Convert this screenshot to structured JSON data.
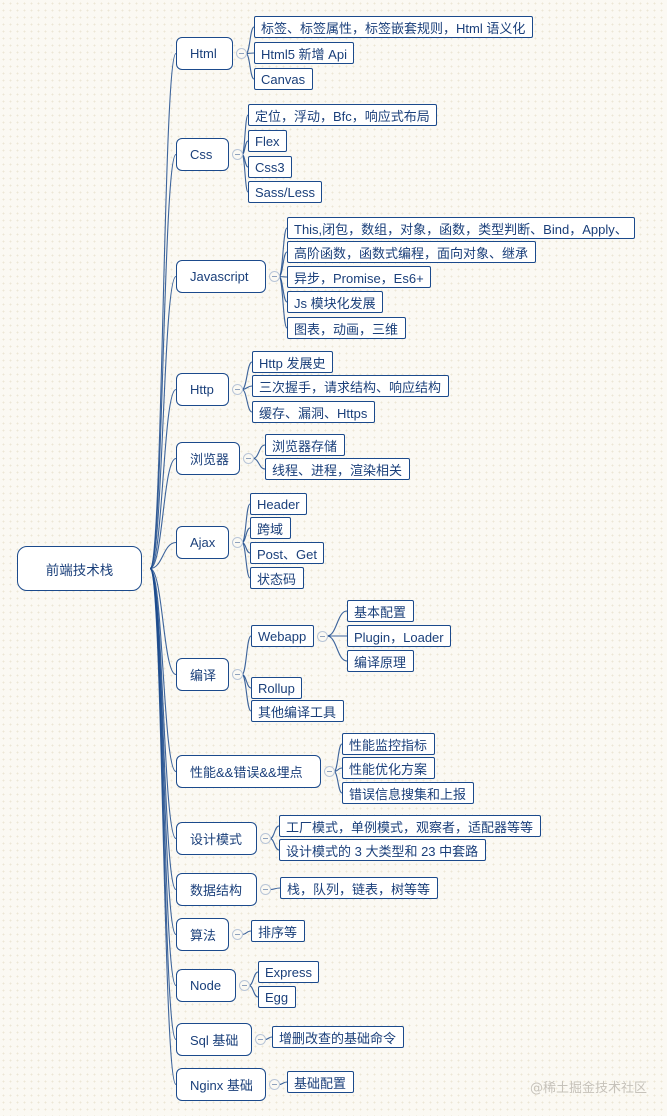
{
  "root": "前端技术栈",
  "branches": [
    {
      "label": "Html",
      "children": [
        {
          "label": "标签、标签属性，标签嵌套规则，Html 语义化"
        },
        {
          "label": "Html5 新增 Api"
        },
        {
          "label": "Canvas"
        }
      ]
    },
    {
      "label": "Css",
      "children": [
        {
          "label": "定位，浮动，Bfc，响应式布局"
        },
        {
          "label": "Flex"
        },
        {
          "label": "Css3"
        },
        {
          "label": "Sass/Less"
        }
      ]
    },
    {
      "label": "Javascript",
      "children": [
        {
          "label": "This,闭包，数组，对象，函数，类型判断、Bind，Apply、"
        },
        {
          "label": "高阶函数，函数式编程，面向对象、继承"
        },
        {
          "label": "异步，Promise，Es6+"
        },
        {
          "label": "Js 模块化发展"
        },
        {
          "label": "图表，动画，三维"
        }
      ]
    },
    {
      "label": "Http",
      "children": [
        {
          "label": "Http 发展史"
        },
        {
          "label": "三次握手，请求结构、响应结构"
        },
        {
          "label": "缓存、漏洞、Https"
        }
      ]
    },
    {
      "label": "浏览器",
      "children": [
        {
          "label": "浏览器存储"
        },
        {
          "label": "线程、进程，渲染相关"
        }
      ]
    },
    {
      "label": "Ajax",
      "children": [
        {
          "label": "Header"
        },
        {
          "label": "跨域"
        },
        {
          "label": "Post、Get"
        },
        {
          "label": "状态码"
        }
      ]
    },
    {
      "label": "编译",
      "children": [
        {
          "label": "Webapp",
          "children": [
            {
              "label": "基本配置"
            },
            {
              "label": "Plugin，Loader"
            },
            {
              "label": "编译原理"
            }
          ]
        },
        {
          "label": "Rollup"
        },
        {
          "label": "其他编译工具"
        }
      ]
    },
    {
      "label": "性能&&错误&&埋点",
      "children": [
        {
          "label": "性能监控指标"
        },
        {
          "label": "性能优化方案"
        },
        {
          "label": "错误信息搜集和上报"
        }
      ]
    },
    {
      "label": "设计模式",
      "children": [
        {
          "label": "工厂模式，单例模式，观察者，适配器等等"
        },
        {
          "label": "设计模式的 3 大类型和 23 中套路"
        }
      ]
    },
    {
      "label": "数据结构",
      "children": [
        {
          "label": "栈，队列，链表，树等等"
        }
      ]
    },
    {
      "label": "算法",
      "children": [
        {
          "label": "排序等"
        }
      ]
    },
    {
      "label": "Node",
      "children": [
        {
          "label": "Express"
        },
        {
          "label": "Egg"
        }
      ]
    },
    {
      "label": "Sql 基础",
      "children": [
        {
          "label": "增删改查的基础命令"
        }
      ]
    },
    {
      "label": "Nginx 基础",
      "children": [
        {
          "label": "基础配置"
        }
      ]
    }
  ],
  "watermark": "@稀土掘金技术社区",
  "colors": {
    "line": "#1b4a8c",
    "text": "#1a3f7a",
    "node_bg": "#ffffff"
  }
}
